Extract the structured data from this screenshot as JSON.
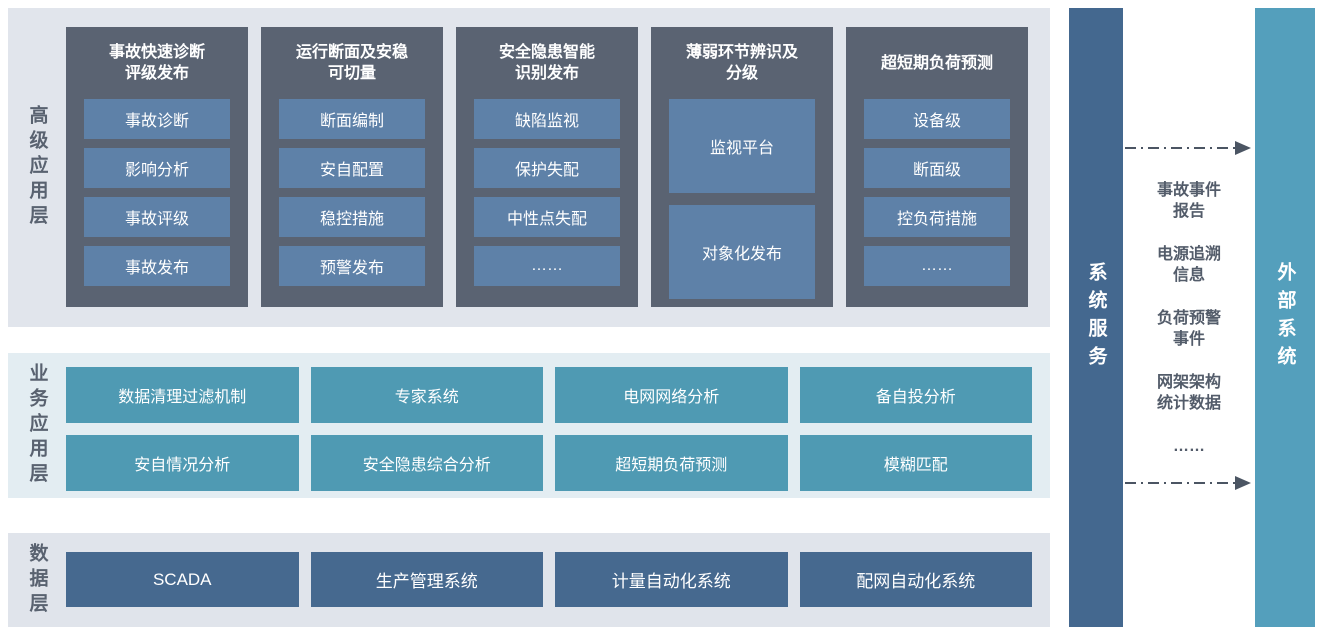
{
  "colors": {
    "panel_top": "#e1e5ec",
    "panel_business": "#e3edf2",
    "panel_data": "#e0e4eb",
    "column_bg": "#5a6372",
    "item_bg": "#5e81a8",
    "business_box_bg": "#4f9ab3",
    "data_box_bg": "#46698f",
    "system_bar_bg": "#44688f",
    "external_bar_bg": "#549fbc",
    "arrow": "#4b5563"
  },
  "advanced_layer": {
    "label": "高级应用层",
    "columns": [
      {
        "header": "事故快速诊断\n评级发布",
        "items": [
          "事故诊断",
          "影响分析",
          "事故评级",
          "事故发布"
        ]
      },
      {
        "header": "运行断面及安稳\n可切量",
        "items": [
          "断面编制",
          "安自配置",
          "稳控措施",
          "预警发布"
        ]
      },
      {
        "header": "安全隐患智能\n识别发布",
        "items": [
          "缺陷监视",
          "保护失配",
          "中性点失配",
          "……"
        ]
      },
      {
        "header": "薄弱环节辨识及\n分级",
        "items": [
          "监视平台",
          "对象化发布"
        ]
      },
      {
        "header": "超短期负荷预测",
        "items": [
          "设备级",
          "断面级",
          "控负荷措施",
          "……"
        ]
      }
    ]
  },
  "business_layer": {
    "label": "业务应用层",
    "rows": [
      [
        "数据清理过滤机制",
        "专家系统",
        "电网网络分析",
        "备自投分析"
      ],
      [
        "安自情况分析",
        "安全隐患综合分析",
        "超短期负荷预测",
        "模糊匹配"
      ]
    ]
  },
  "data_layer": {
    "label": "数据层",
    "items": [
      "SCADA",
      "生产管理系统",
      "计量自动化系统",
      "配网自动化系统"
    ]
  },
  "right_panel": {
    "system_service_label": "系统服务",
    "external_system_label": "外部系统",
    "exchange_items": [
      "事故事件\n报告",
      "电源追溯\n信息",
      "负荷预警\n事件",
      "网架架构\n统计数据",
      "……"
    ]
  }
}
